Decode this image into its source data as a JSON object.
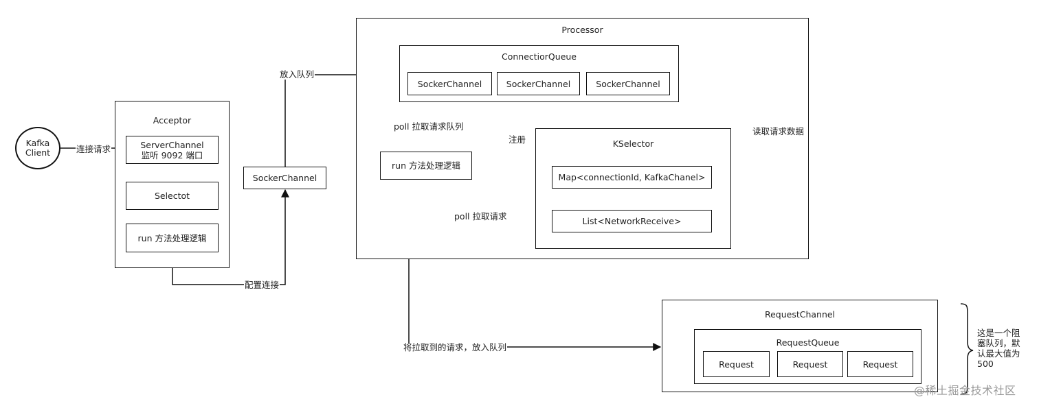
{
  "client": {
    "text": "Kafka\nClient"
  },
  "acceptor": {
    "title": "Acceptor",
    "server_channel": "ServerChannel\n监听 9092 端口",
    "selector": "Selectot",
    "run": "run 方法处理逻辑"
  },
  "socker_channel_mid": "SockerChannel",
  "processor": {
    "title": "Processor",
    "connection_queue": {
      "title": "ConnectiorQueue",
      "items": [
        "SockerChannel",
        "SockerChannel",
        "SockerChannel"
      ]
    },
    "run": "run 方法处理逻辑",
    "kselector": {
      "title": "KSelector",
      "map": "Map<connectionId, KafkaChanel>",
      "list": "List<NetworkReceive>"
    }
  },
  "request_channel": {
    "title": "RequestChannel",
    "queue_title": "RequestQueue",
    "requests": [
      "Request",
      "Request",
      "Request"
    ]
  },
  "labels": {
    "connect_request": "连接请求",
    "put_queue": "放入队列",
    "config_connect": "配置连接",
    "poll_queue": "poll 拉取请求队列",
    "register": "注册",
    "read_data": "读取请求数据",
    "poll_request": "poll 拉取请求",
    "put_fetched": "将拉取到的请求，放入队列"
  },
  "note": "这是一个阻\n塞队列，默\n认最大值为\n500",
  "watermark": "@稀土掘金技术社区"
}
